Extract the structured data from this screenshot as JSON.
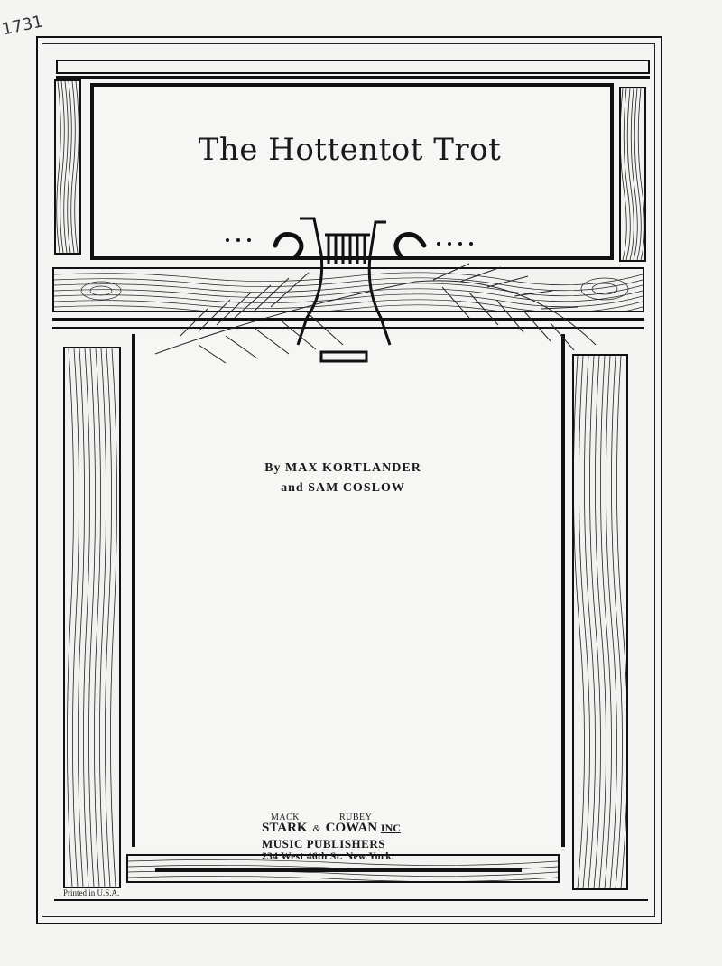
{
  "cover": {
    "margin_note": "1731",
    "title": "The Hottentot Trot",
    "authors": {
      "line1": "By MAX KORTLANDER",
      "line2": "and SAM COSLOW"
    },
    "publisher": {
      "first_name_1": "MACK",
      "first_name_2": "RUBEY",
      "name_1": "STARK",
      "ampersand": "&",
      "name_2": "COWAN",
      "suffix": "INC",
      "role": "MUSIC PUBLISHERS",
      "address": "234 West 46th St. New York."
    },
    "imprint": "Printed in U.S.A."
  },
  "colors": {
    "ink": "#111111",
    "paper": "#f4f4f2"
  },
  "ornaments": [
    "lyre-ornament",
    "palm-frond",
    "wood-grain-panels"
  ]
}
